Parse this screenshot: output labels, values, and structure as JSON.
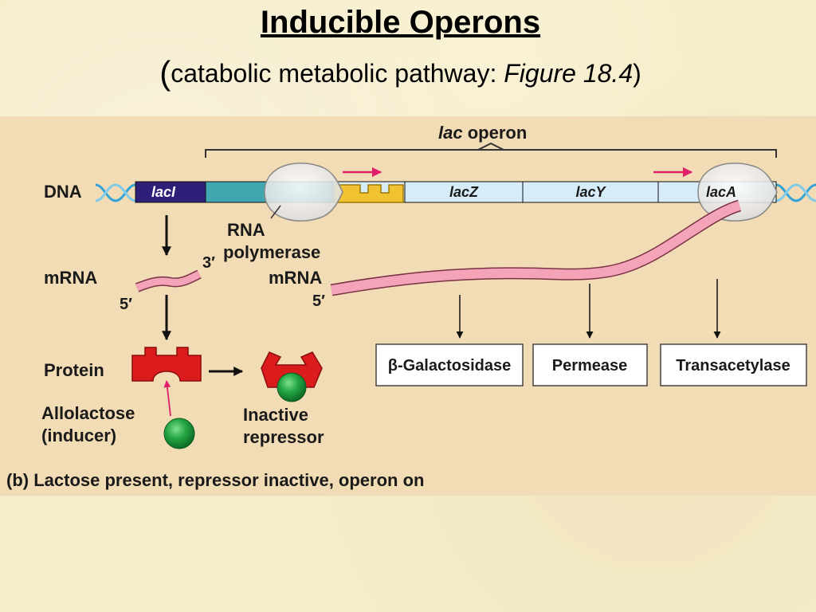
{
  "slide": {
    "title": "Inducible Operons",
    "subtitle_open": "(",
    "subtitle_text": "catabolic metabolic pathway: ",
    "subtitle_figure": "Figure 18.4",
    "subtitle_close": ")"
  },
  "diagram": {
    "operon_label_italic": "lac",
    "operon_label_rest": " operon",
    "dna_label": "DNA",
    "genes": {
      "laci_prefix": "lac",
      "laci_suffix": "I",
      "lacz": "lacZ",
      "lacy": "lacY",
      "laca": "lacA"
    },
    "rna_polymerase_label_1": "RNA",
    "rna_polymerase_label_2": "polymerase",
    "mrna_left_label": "mRNA",
    "mrna_right_label": "mRNA",
    "prime_5_left": "5′",
    "prime_3_left": "3′",
    "prime_5_right": "5′",
    "protein_label": "Protein",
    "allolactose_label_1": "Allolactose",
    "allolactose_label_2": "(inducer)",
    "inactive_label_1": "Inactive",
    "inactive_label_2": "repressor",
    "products": [
      "β-Galactosidase",
      "Permease",
      "Transacetylase"
    ],
    "caption": "(b) Lactose present, repressor inactive, operon on",
    "colors": {
      "panel": "#f2dcb5",
      "laci": "#2e1f78",
      "promoter": "#3fa7b0",
      "operator": "#f1c232",
      "gene_fill": "#d6ecf8",
      "mrna": "#f4a3b8",
      "repressor": "#dc1c1c",
      "inducer": "#1f9e3c",
      "arrow_pink": "#e0206a"
    }
  }
}
